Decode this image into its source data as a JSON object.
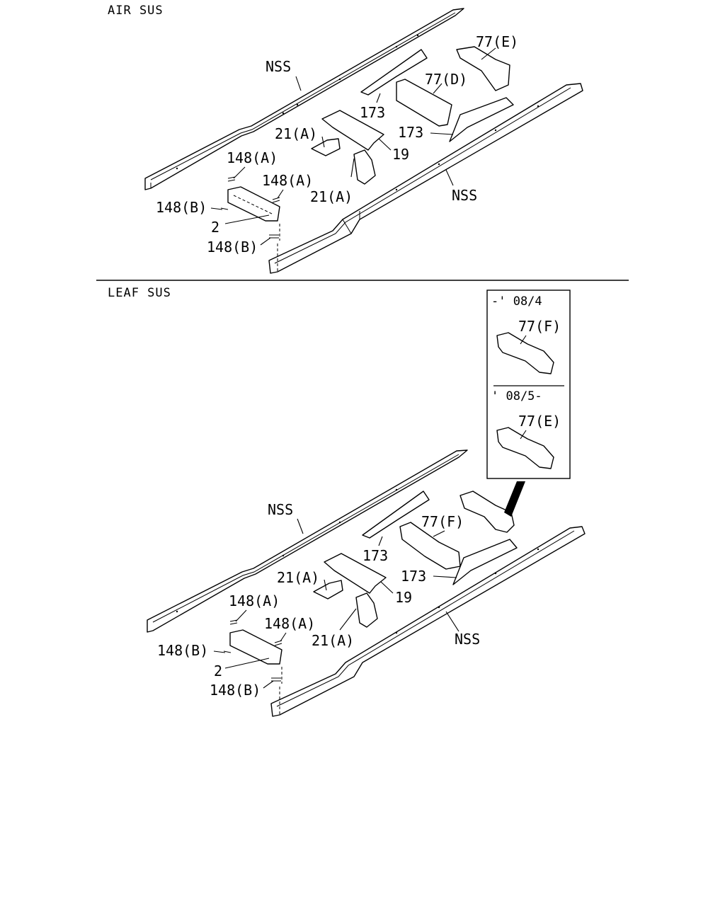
{
  "sections": {
    "air": {
      "title": "AIR SUS"
    },
    "leaf": {
      "title": "LEAF SUS"
    }
  },
  "air_labels": {
    "nss_top": "NSS",
    "nss_bottom": "NSS",
    "p77e": "77(E)",
    "p77d": "77(D)",
    "p173_upper": "173",
    "p173_lower": "173",
    "p21a_upper": "21(A)",
    "p21a_lower": "21(A)",
    "p19": "19",
    "p148a_left": "148(A)",
    "p148a_right": "148(A)",
    "p148b_upper": "148(B)",
    "p2": "2",
    "p148b_lower": "148(B)"
  },
  "leaf_labels": {
    "nss_top": "NSS",
    "nss_bottom": "NSS",
    "p77f": "77(F)",
    "p173_upper": "173",
    "p173_lower": "173",
    "p21a_upper": "21(A)",
    "p21a_lower": "21(A)",
    "p19": "19",
    "p148a_left": "148(A)",
    "p148a_right": "148(A)",
    "p148b_upper": "148(B)",
    "p2": "2",
    "p148b_lower": "148(B)"
  },
  "inset": {
    "period_1": "-' 08/4",
    "part_1": "77(F)",
    "period_2": "' 08/5-",
    "part_2": "77(E)"
  }
}
